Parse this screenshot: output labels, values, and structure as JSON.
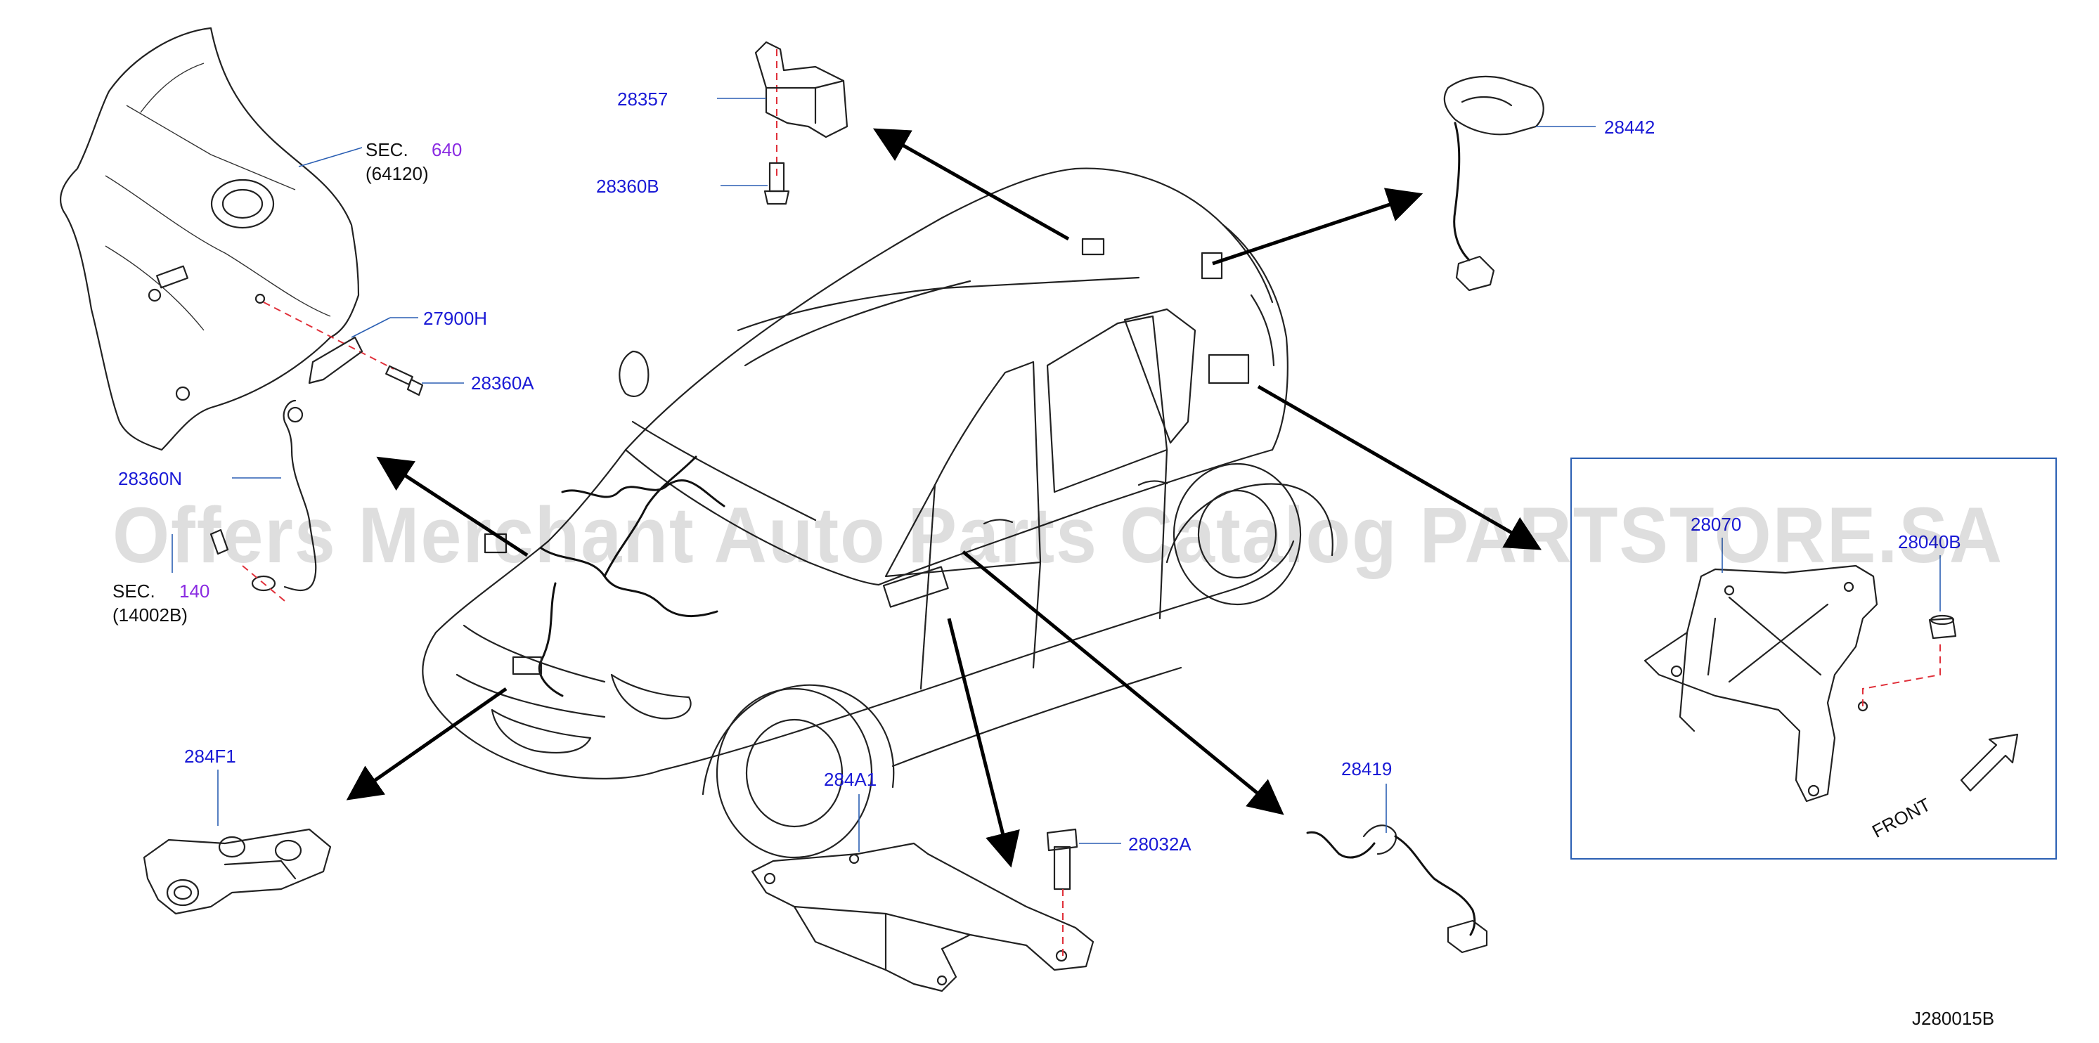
{
  "diagram_code": "J280015B",
  "watermark": "Offers Merchant Auto Parts Catalog PARTSTORE.SA",
  "parts": {
    "p28357": "28357",
    "p28360B": "28360B",
    "p28442": "28442",
    "p27900H": "27900H",
    "p28360A": "28360A",
    "p28360N": "28360N",
    "p284F1": "284F1",
    "p284A1": "284A1",
    "p28032A": "28032A",
    "p28419": "28419",
    "p28070": "28070",
    "p28040B": "28040B"
  },
  "sections": {
    "sec640": {
      "prefix": "SEC.",
      "number": "640",
      "code": "(64120)"
    },
    "sec140": {
      "prefix": "SEC.",
      "number": "140",
      "code": "(14002B)"
    }
  },
  "inset": {
    "front_label": "FRONT"
  },
  "colors": {
    "part_number": "#1a1ad6",
    "section_number": "#8a2be2",
    "dashed_line": "#e0303a",
    "inset_frame": "#2b5fb3"
  }
}
